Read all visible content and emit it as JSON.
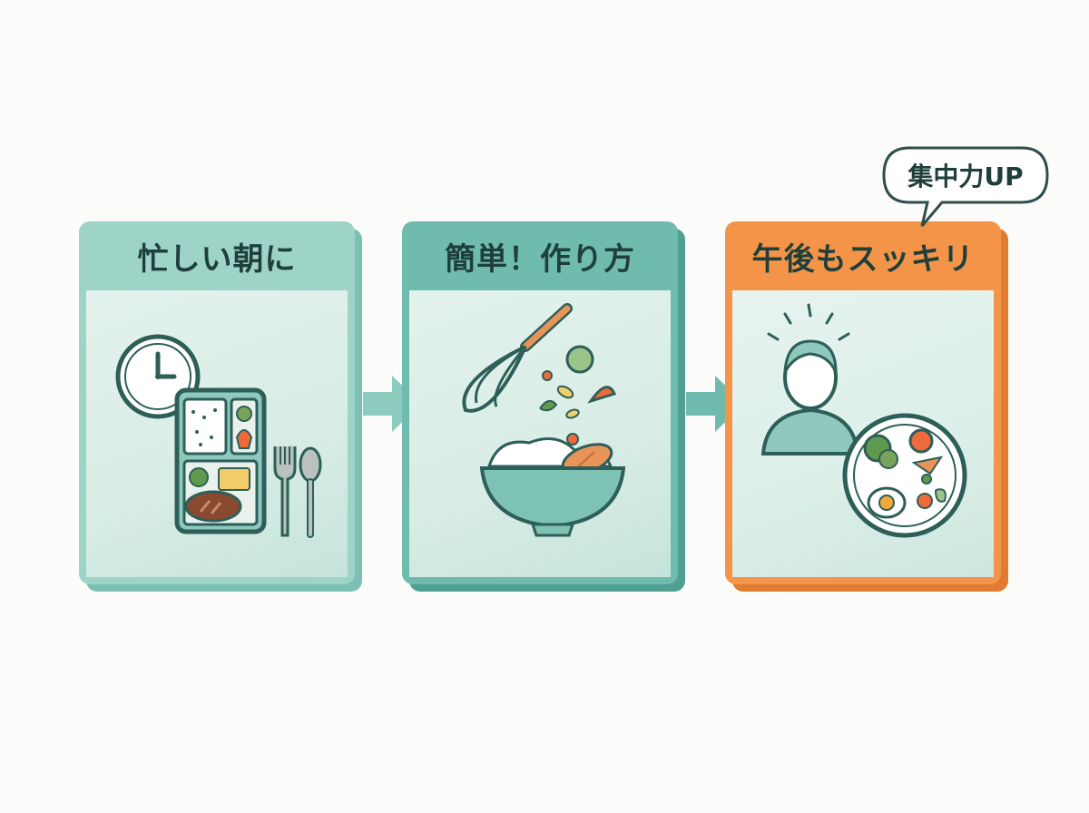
{
  "panels": [
    {
      "title": "忙しい朝に",
      "icons": [
        "clock-icon",
        "bento-box-icon",
        "fork-icon",
        "spoon-icon"
      ]
    },
    {
      "title": "簡単！作り方",
      "icons": [
        "whisk-icon",
        "rice-bowl-icon",
        "tossed-ingredients-icon"
      ]
    },
    {
      "title": "午後もスッキリ",
      "icons": [
        "person-icon",
        "healthy-plate-icon"
      ]
    }
  ],
  "bubble": {
    "text": "集中力UP"
  },
  "colors": {
    "teal_light": "#9ed3c7",
    "teal_mid": "#6fbcaf",
    "orange": "#f39449",
    "panel_bg": "#dcefe9",
    "ink": "#1f3f3b"
  }
}
